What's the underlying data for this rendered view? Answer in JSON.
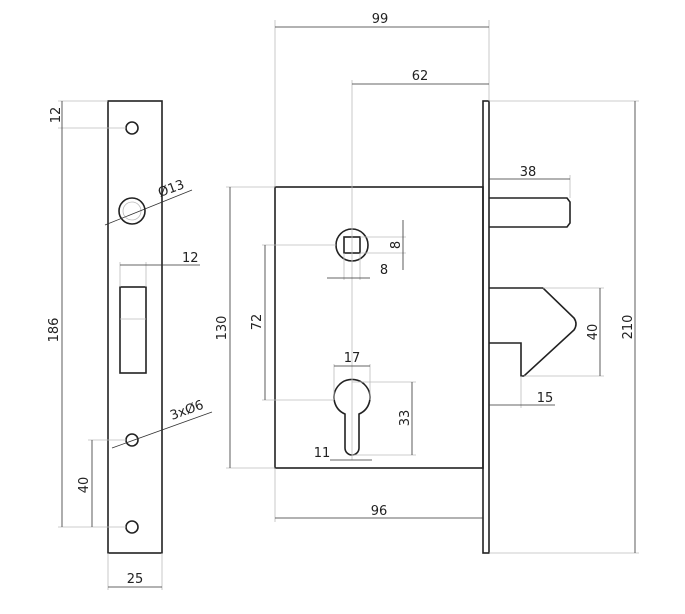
{
  "title": "Mortise hook lock technical drawing",
  "faceplate_dims": {
    "top_hole_offset": "12",
    "height": "186",
    "hole_diameter": "Ø13",
    "slot_width": "12",
    "screw_holes": "3xØ6",
    "hole_spacing": "40",
    "width": "25"
  },
  "body_dims": {
    "total_depth": "99",
    "backset": "62",
    "bolt_throw": "38",
    "body_height": "130",
    "center_distance": "72",
    "spindle_height": "8",
    "spindle_width": "8",
    "cylinder_width": "17",
    "cylinder_height": "33",
    "cylinder_slot": "11",
    "latch_height": "40",
    "latch_offset": "15",
    "body_depth": "96",
    "faceplate_height": "210"
  }
}
